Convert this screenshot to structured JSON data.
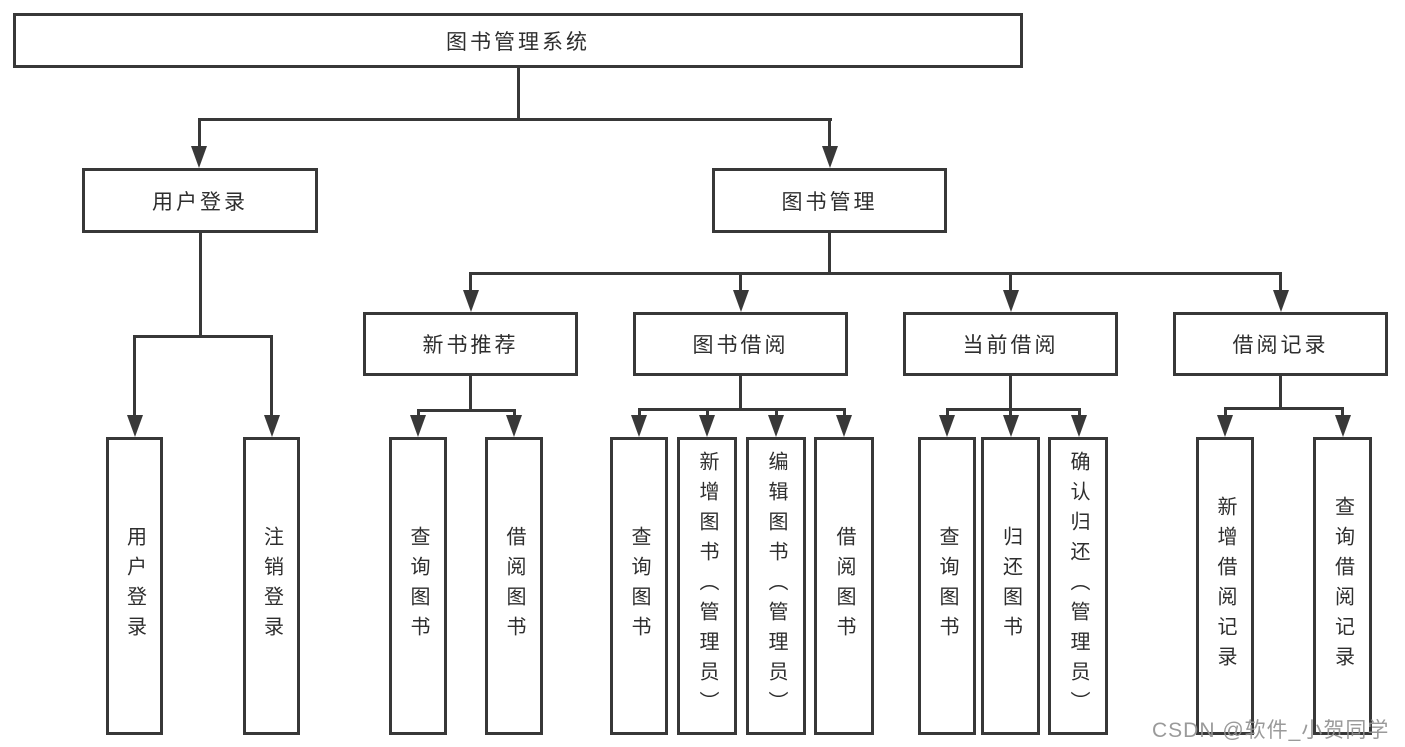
{
  "tree": {
    "label": "图书管理系统",
    "children": [
      {
        "label": "用户登录",
        "children": [
          {
            "label": "用户登录"
          },
          {
            "label": "注销登录"
          }
        ]
      },
      {
        "label": "图书管理",
        "children": [
          {
            "label": "新书推荐",
            "children": [
              {
                "label": "查询图书"
              },
              {
                "label": "借阅图书"
              }
            ]
          },
          {
            "label": "图书借阅",
            "children": [
              {
                "label": "查询图书"
              },
              {
                "label": "新增图书（管理员）"
              },
              {
                "label": "编辑图书（管理员）"
              },
              {
                "label": "借阅图书"
              }
            ]
          },
          {
            "label": "当前借阅",
            "children": [
              {
                "label": "查询图书"
              },
              {
                "label": "归还图书"
              },
              {
                "label": "确认归还（管理员）"
              }
            ]
          },
          {
            "label": "借阅记录",
            "children": [
              {
                "label": "新增借阅记录"
              },
              {
                "label": "查询借阅记录"
              }
            ]
          }
        ]
      }
    ]
  },
  "watermark": {
    "text": "CSDN @软件_小贺同学"
  },
  "colors": {
    "line": "#383838",
    "text": "#2e2e2e",
    "watermark": "#919191",
    "background": "#ffffff"
  }
}
